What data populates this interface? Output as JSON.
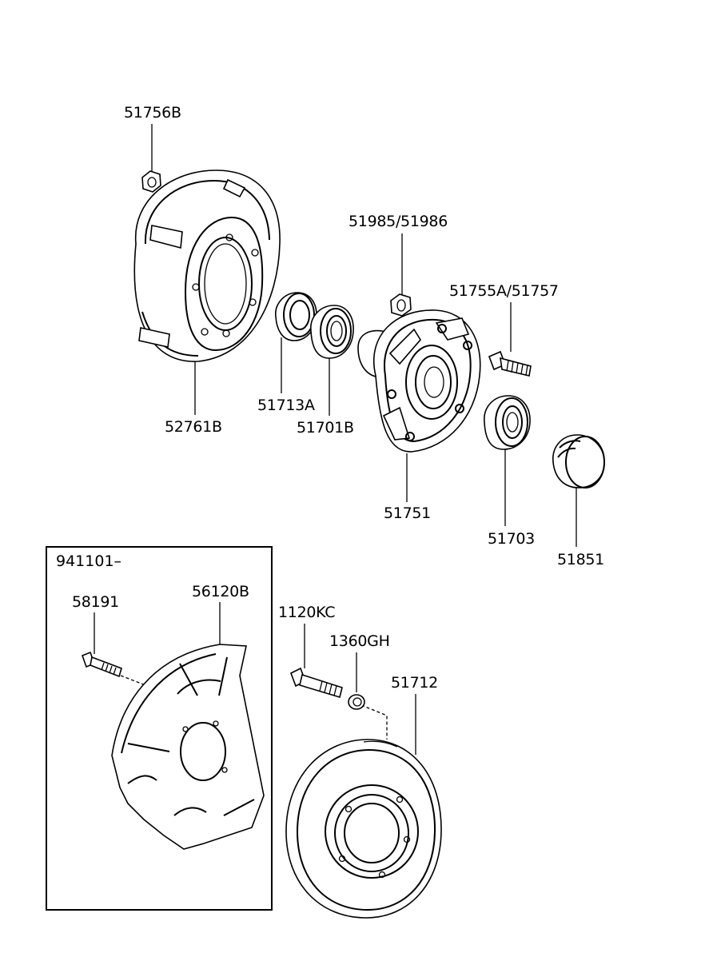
{
  "parts": [
    {
      "id": "51756B",
      "label": "51756B"
    },
    {
      "id": "52761B",
      "label": "52761B"
    },
    {
      "id": "51985_51986",
      "label": "51985/51986"
    },
    {
      "id": "51755A_51757",
      "label": "51755A/51757"
    },
    {
      "id": "51713A",
      "label": "51713A"
    },
    {
      "id": "51701B",
      "label": "51701B"
    },
    {
      "id": "51751",
      "label": "51751"
    },
    {
      "id": "51703",
      "label": "51703"
    },
    {
      "id": "51851",
      "label": "51851"
    },
    {
      "id": "58191",
      "label": "58191"
    },
    {
      "id": "56120B",
      "label": "56120B"
    },
    {
      "id": "1120KC",
      "label": "1120KC"
    },
    {
      "id": "1360GH",
      "label": "1360GH"
    },
    {
      "id": "51712",
      "label": "51712"
    }
  ],
  "inset_box": {
    "label": "941101–"
  }
}
